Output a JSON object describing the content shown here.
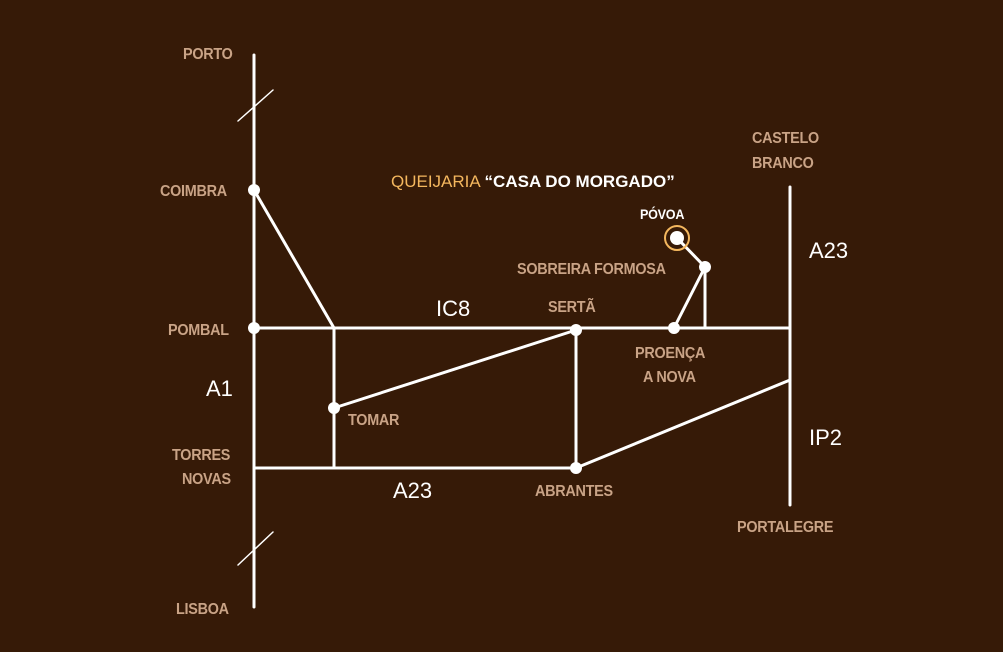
{
  "title": {
    "prefix": "QUEIJARIA",
    "name": "“CASA DO MORGADO”"
  },
  "places": {
    "porto": "PORTO",
    "coimbra": "COIMBRA",
    "pombal": "POMBAL",
    "torres_novas_1": "TORRES",
    "torres_novas_2": "NOVAS",
    "lisboa": "LISBOA",
    "tomar": "TOMAR",
    "serta": "SERTÃ",
    "abrantes": "ABRANTES",
    "proenca_1": "PROENÇA",
    "proenca_2": "A NOVA",
    "sobreira": "SOBREIRA FORMOSA",
    "povoa": "PÓVOA",
    "castelo_1": "CASTELO",
    "castelo_2": "BRANCO",
    "portalegre": "PORTALEGRE"
  },
  "roads": {
    "a1": "A1",
    "ic8": "IC8",
    "a23_south": "A23",
    "a23_east": "A23",
    "ip2": "IP2"
  },
  "colors": {
    "background": "#361a07",
    "label": "#c9a386",
    "accent": "#f4b75e",
    "road": "#ffffff"
  }
}
